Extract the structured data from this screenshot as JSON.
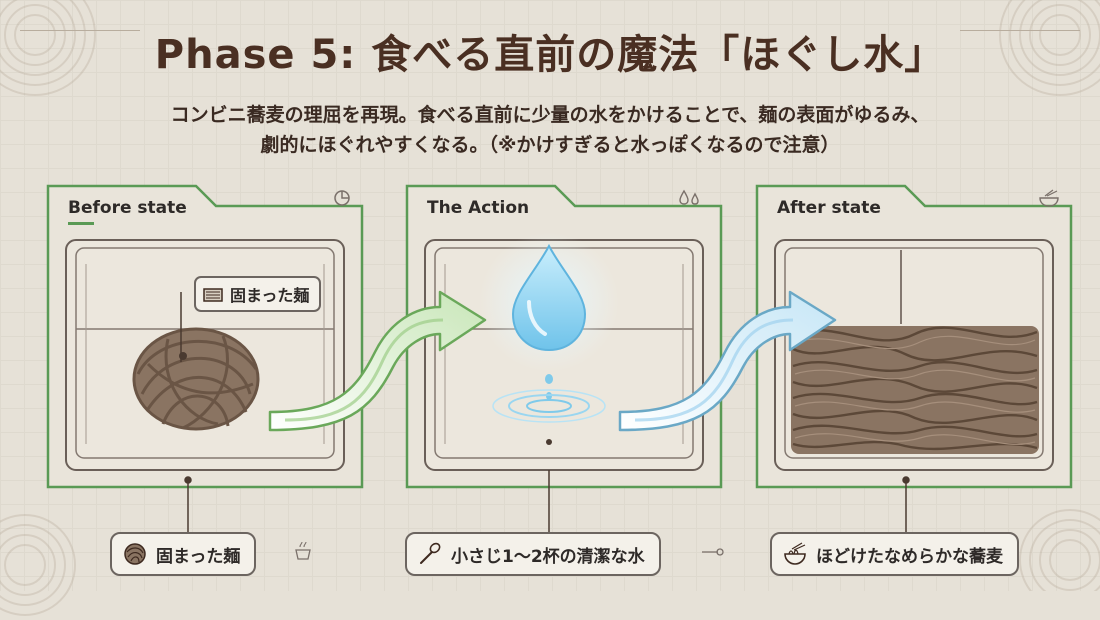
{
  "title": "Phase 5: 食べる直前の魔法「ほぐし水」",
  "subtitle_line1": "コンビニ蕎麦の理屈を再現。食べる直前に少量の水をかけることで、麺の表面がゆるみ、",
  "subtitle_line2": "劇的にほぐれやすくなる。（※かけすぎると水っぽくなるので注意）",
  "panels": [
    {
      "label": "Before state",
      "caption": "固まった麺",
      "tag": "固まった麺",
      "icon": "noodle-ball-icon"
    },
    {
      "label": "The Action",
      "caption": "小さじ1〜2杯の清潔な水",
      "icon": "spoon-icon"
    },
    {
      "label": "After state",
      "caption": "ほどけたなめらかな蕎麦",
      "icon": "noodle-bowl-icon"
    }
  ],
  "colors": {
    "panel_border": "#5a9a55",
    "arrow_green": "#7fbf6a",
    "arrow_blue": "#7ec5e8",
    "water": "#8fd4f0",
    "noodle": "#6a5545",
    "title": "#4a2f22"
  }
}
